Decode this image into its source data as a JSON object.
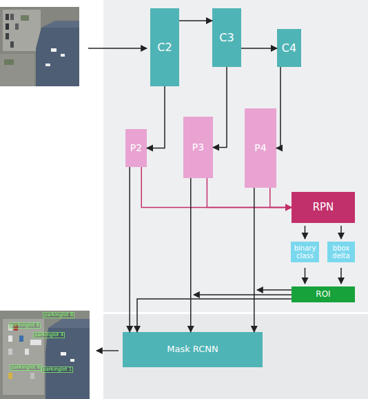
{
  "diagram": {
    "nodes": [
      {
        "text": [
          "C2"
        ]
      },
      {
        "text": [
          "C3"
        ]
      },
      {
        "text": [
          "C4"
        ]
      },
      {
        "text": [
          "P2"
        ]
      },
      {
        "text": [
          "P3"
        ]
      },
      {
        "text": [
          "P4"
        ]
      },
      {
        "text": [
          "RPN"
        ]
      },
      {
        "text": [
          "binary class"
        ]
      },
      {
        "text": [
          "bbox delta"
        ]
      },
      {
        "text": [
          "ROI"
        ]
      },
      {
        "text": [
          "Mask RCNN"
        ]
      }
    ],
    "edges": [
      {
        "from": 0,
        "to": 1,
        "arrow": "to"
      },
      {
        "from": 1,
        "to": 2,
        "arrow": "to"
      },
      {
        "from": 0,
        "to": 3,
        "arrow": "to"
      },
      {
        "from": 1,
        "to": 4,
        "arrow": "to"
      },
      {
        "from": 2,
        "to": 5,
        "arrow": "to"
      },
      {
        "from": 3,
        "to": 6,
        "arrow": "to"
      },
      {
        "from": 4,
        "to": 6,
        "arrow": "to"
      },
      {
        "from": 5,
        "to": 6,
        "arrow": "to"
      },
      {
        "from": 6,
        "to": 7,
        "arrow": "to"
      },
      {
        "from": 6,
        "to": 8,
        "arrow": "to"
      },
      {
        "from": 7,
        "to": 9,
        "arrow": "to"
      },
      {
        "from": 8,
        "to": 9,
        "arrow": "to"
      },
      {
        "from": 3,
        "to": 10,
        "arrow": "to"
      },
      {
        "from": 4,
        "to": 10,
        "arrow": "to"
      },
      {
        "from": 5,
        "to": 10,
        "arrow": "to"
      },
      {
        "from": 9,
        "to": 10,
        "arrow": "to"
      }
    ],
    "labels": [
      "parkinglot 6",
      "parkinglot 6",
      "parkinglot 4",
      "parkinglot 6",
      "parkinglot 1"
    ]
  }
}
